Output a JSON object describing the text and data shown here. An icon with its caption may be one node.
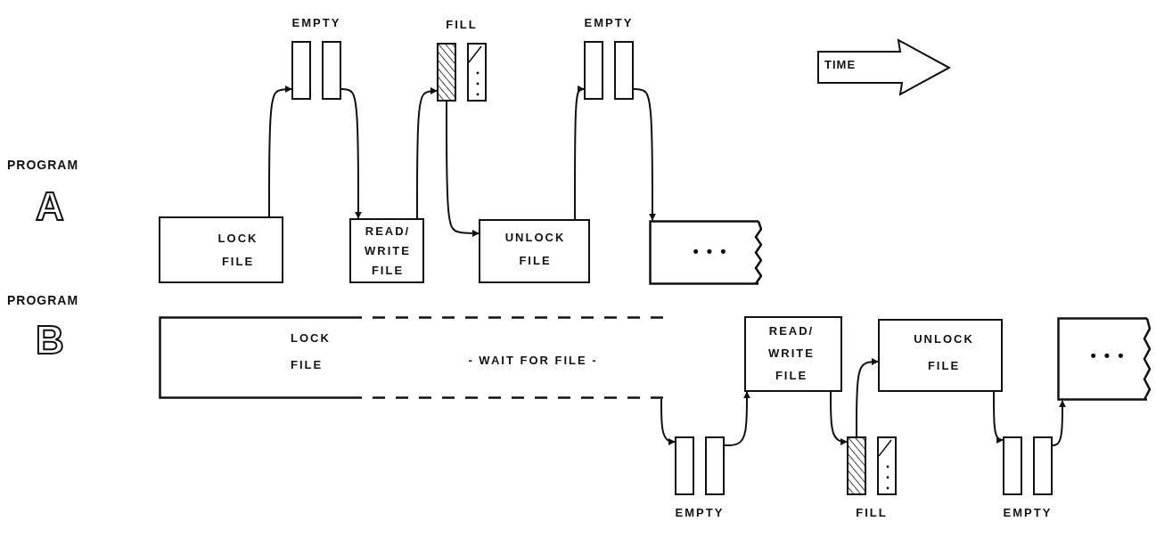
{
  "diagram": {
    "nodes": [
      {
        "text": [
          "LOCK FILE"
        ]
      },
      {
        "text": [
          "EMPTY"
        ]
      },
      {
        "text": [
          "READ/ WRITE FILE"
        ]
      },
      {
        "text": [
          "FILL"
        ]
      },
      {
        "text": [
          "UNLOCK FILE"
        ]
      },
      {
        "text": [
          "EMPTY"
        ]
      },
      {
        "text": [
          "• • •"
        ]
      },
      {
        "text": [
          "LOCK FILE",
          "- WAIT FOR FILE -"
        ]
      },
      {
        "text": [
          "EMPTY"
        ]
      },
      {
        "text": [
          "READ/ WRITE FILE"
        ]
      },
      {
        "text": [
          "FILL"
        ]
      },
      {
        "text": [
          "UNLOCK FILE"
        ]
      },
      {
        "text": [
          "EMPTY"
        ]
      },
      {
        "text": [
          "• • •"
        ]
      }
    ],
    "edges": [
      {
        "from": 0,
        "to": 1,
        "arrow": "to"
      },
      {
        "from": 1,
        "to": 2,
        "arrow": "to"
      },
      {
        "from": 2,
        "to": 3,
        "arrow": "to"
      },
      {
        "from": 3,
        "to": 4,
        "arrow": "to"
      },
      {
        "from": 4,
        "to": 5,
        "arrow": "to"
      },
      {
        "from": 5,
        "to": 6,
        "arrow": "to"
      },
      {
        "from": 7,
        "to": 8,
        "arrow": "to"
      },
      {
        "from": 8,
        "to": 9,
        "arrow": "to"
      },
      {
        "from": 9,
        "to": 10,
        "arrow": "to"
      },
      {
        "from": 10,
        "to": 11,
        "arrow": "to"
      },
      {
        "from": 11,
        "to": 12,
        "arrow": "to"
      },
      {
        "from": 12,
        "to": 13,
        "arrow": "to"
      }
    ],
    "labels": [
      "TIME",
      "PROGRAM",
      "A",
      "PROGRAM",
      "B"
    ]
  }
}
